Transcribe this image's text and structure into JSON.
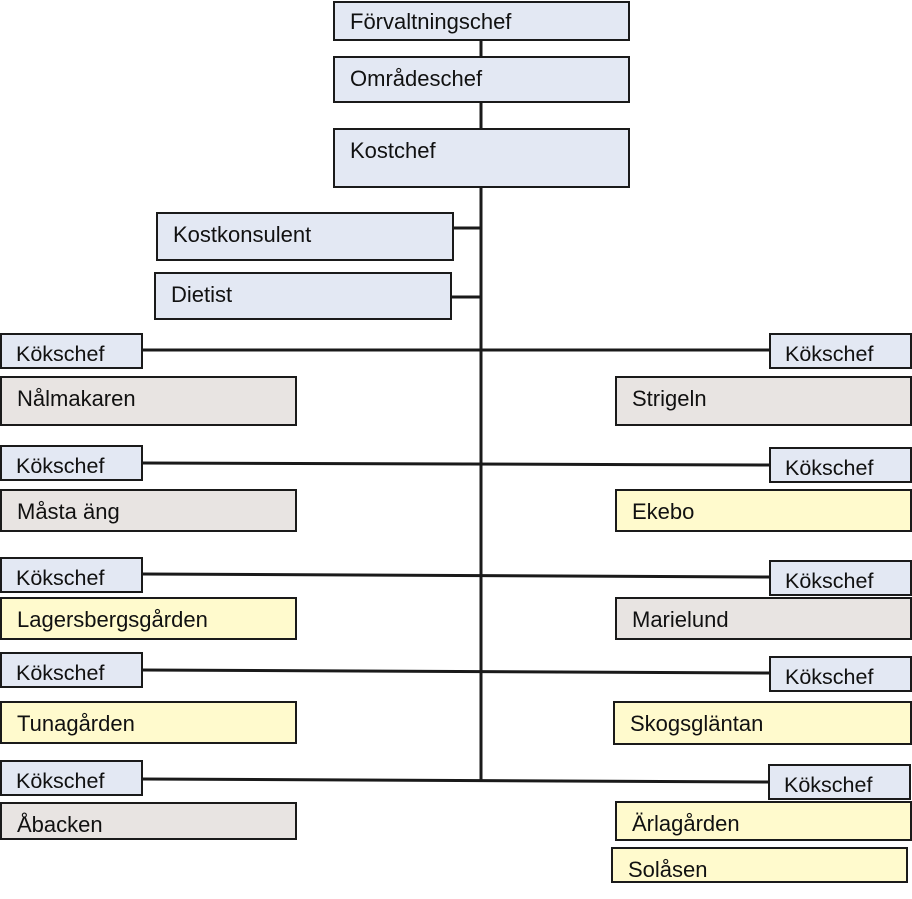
{
  "chart_data": {
    "type": "org-chart",
    "title": "",
    "management": [
      "Förvaltningschef",
      "Områdeschef",
      "Kostchef"
    ],
    "staff": [
      "Kostkonsulent",
      "Dietist"
    ],
    "kitchen_role": "Kökschef",
    "left_units": [
      {
        "role": "Kökschef",
        "name": "Nålmakaren",
        "color": "#e8e4e2"
      },
      {
        "role": "Kökschef",
        "name": "Måsta äng",
        "color": "#e8e4e2"
      },
      {
        "role": "Kökschef",
        "name": "Lagersbergsgården",
        "color": "#fffacd"
      },
      {
        "role": "Kökschef",
        "name": "Tunagården",
        "color": "#fffacd"
      },
      {
        "role": "Kökschef",
        "name": "Åbacken",
        "color": "#e8e4e2"
      }
    ],
    "right_units": [
      {
        "role": "Kökschef",
        "name": "Strigeln",
        "color": "#e8e4e2"
      },
      {
        "role": "Kökschef",
        "name": "Ekebo",
        "color": "#fffacd"
      },
      {
        "role": "Kökschef",
        "name": "Marielund",
        "color": "#e8e4e2"
      },
      {
        "role": "Kökschef",
        "name": "Skogsgläntan",
        "color": "#fffacd"
      },
      {
        "role": "Kökschef",
        "name": "Ärlagården",
        "color": "#fffacd"
      },
      {
        "role": "",
        "name": "Solåsen",
        "color": "#fffacd"
      }
    ],
    "colors": {
      "role_box": "#e3e8f3",
      "grey_unit": "#e8e4e2",
      "yellow_unit": "#fffacd",
      "line": "#1a1a1a"
    }
  }
}
